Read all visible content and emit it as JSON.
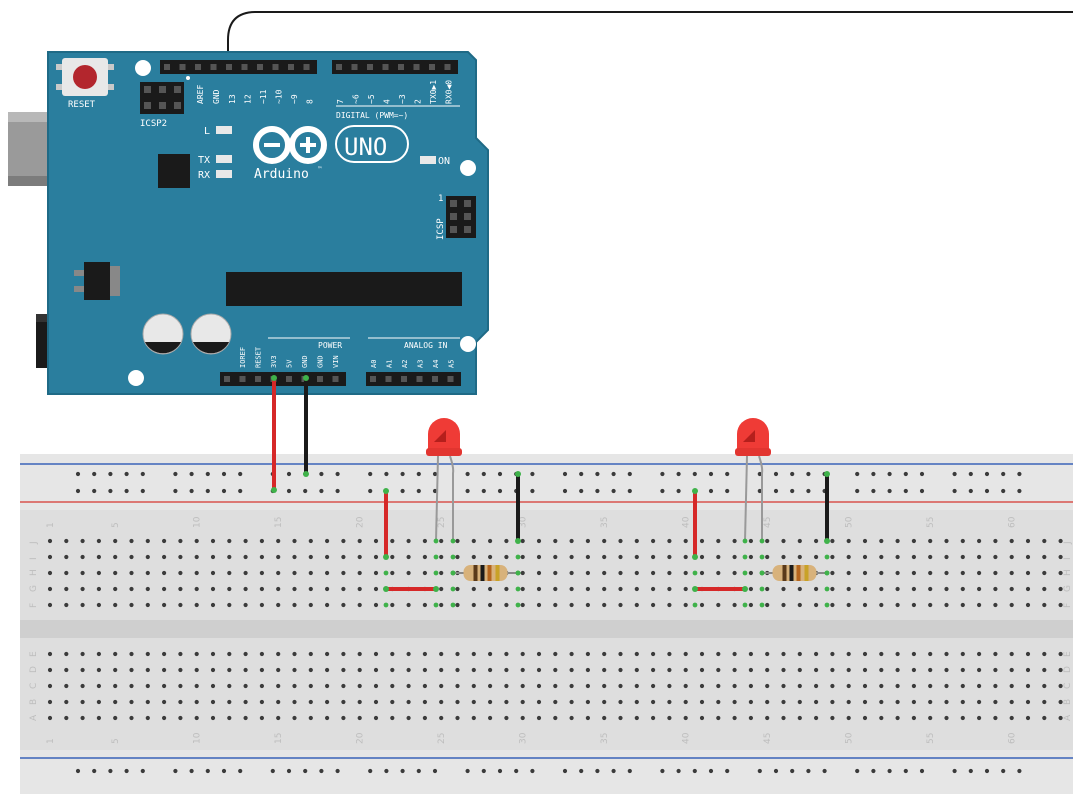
{
  "colors": {
    "board": "#2a7e9e",
    "board_dark": "#1f6a86",
    "breadboard": "#dedede",
    "breadboard_rail": "#e6e6e6",
    "hole": "#3b3b3b",
    "hole_active": "#3fb24a",
    "wire_red": "#d62828",
    "wire_black": "#1a1a1a",
    "rail_red": "#d9534f",
    "rail_blue": "#3a63b8",
    "led": "#ef3b36",
    "resistor": "#d8b27b"
  },
  "arduino": {
    "reset_label": "RESET",
    "icsp2_label": "ICSP2",
    "icsp_label": "ICSP",
    "icsp_pin1": "1",
    "aref": "AREF",
    "gnd": "GND",
    "digital_pins": [
      "13",
      "12",
      "~11",
      "~10",
      "~9",
      "8",
      "7",
      "~6",
      "~5",
      "4",
      "~3",
      "2",
      "TX0▶1",
      "RX0◀0"
    ],
    "digital_label": "DIGITAL (PWM=~)",
    "l_label": "L",
    "tx_label": "TX",
    "rx_label": "RX",
    "on_label": "ON",
    "uno_label": "UNO",
    "brand": "Arduino",
    "tm": "™",
    "power_label": "POWER",
    "analog_label": "ANALOG IN",
    "power_pins": [
      "IOREF",
      "RESET",
      "3V3",
      "5V",
      "GND",
      "GND",
      "VIN"
    ],
    "analog_pins": [
      "A0",
      "A1",
      "A2",
      "A3",
      "A4",
      "A5"
    ]
  },
  "breadboard": {
    "rows_top": [
      "J",
      "I",
      "H",
      "G",
      "F"
    ],
    "rows_bottom": [
      "E",
      "D",
      "C",
      "B",
      "A"
    ],
    "column_numbers": [
      "1",
      "5",
      "10",
      "15",
      "20",
      "25",
      "30",
      "35",
      "40",
      "45",
      "50",
      "55",
      "60"
    ]
  },
  "icons": [
    "usb-connector",
    "dc-jack",
    "reset-button",
    "capacitor",
    "voltage-regulator",
    "led",
    "resistor"
  ]
}
